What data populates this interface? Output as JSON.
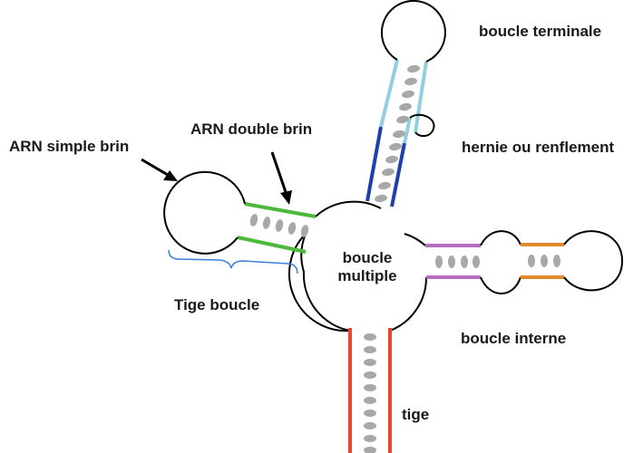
{
  "labels": {
    "terminal_loop": "boucle terminale",
    "bulge": "hernie ou renflement",
    "single_strand": "ARN simple brin",
    "double_strand": "ARN double brin",
    "multi_loop_line1": "boucle",
    "multi_loop_line2": "multiple",
    "stem_loop": "Tige boucle",
    "internal_loop": "boucle interne",
    "stem": "tige"
  },
  "colors": {
    "outline": "#000000",
    "terminal_stem_strand": "#8fcfe0",
    "upper_stem_strand": "#1f3fb0",
    "hairpin_stem_strand": "#4cb83c",
    "internal_left_strand": "#b86cc6",
    "internal_right_strand": "#e08a2c",
    "bottom_stem_strand": "#e8472e",
    "brace": "#3a7fd8",
    "base_pair": "#a8a8a8"
  }
}
